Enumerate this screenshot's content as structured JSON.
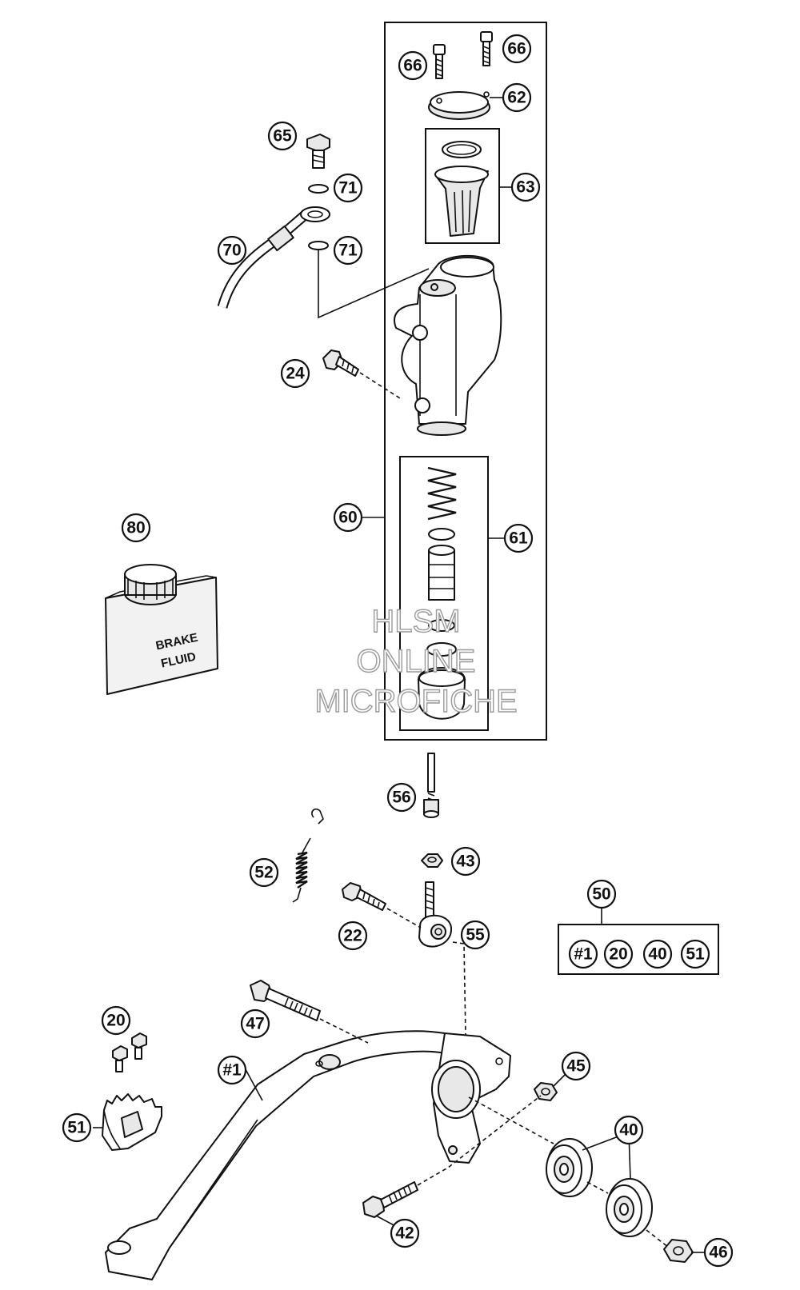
{
  "watermark": {
    "line1": "HLSM",
    "line2": "ONLINE",
    "line3": "MICROFICHE"
  },
  "bottle_label": {
    "line1": "BRAKE",
    "line2": "FLUID"
  },
  "callouts": {
    "c66a": "66",
    "c66b": "66",
    "c62": "62",
    "c63": "63",
    "c65": "65",
    "c71a": "71",
    "c71b": "71",
    "c70": "70",
    "c24": "24",
    "c60": "60",
    "c61": "61",
    "c80": "80",
    "c56": "56",
    "c43": "43",
    "c52": "52",
    "c22": "22",
    "c55": "55",
    "c50": "50",
    "c50_1": "#1",
    "c50_20": "20",
    "c50_40": "40",
    "c50_51": "51",
    "c20": "20",
    "c47": "47",
    "c1": "#1",
    "c45": "45",
    "c40": "40",
    "c51": "51",
    "c42": "42",
    "c46": "46"
  }
}
